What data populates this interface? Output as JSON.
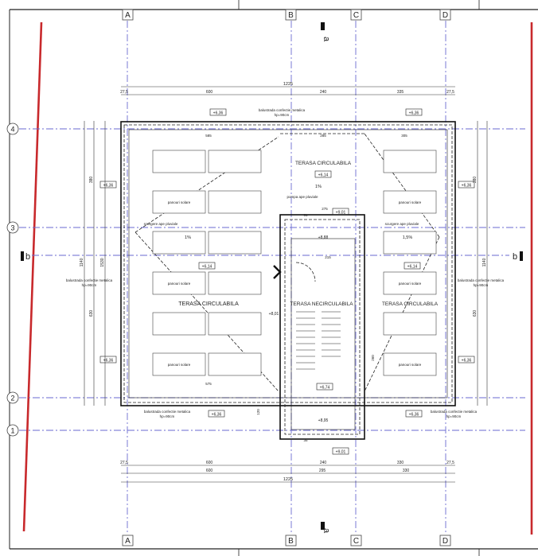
{
  "axes_letters": [
    "A",
    "B",
    "C",
    "D"
  ],
  "axes_numbers": [
    "4",
    "3",
    "2",
    "1"
  ],
  "section_label": "a",
  "section_b": "b",
  "dims_top_row1": [
    "1225"
  ],
  "dims_top_row2": [
    "27,5",
    "600",
    "240",
    "335",
    "27,5"
  ],
  "dims_bottom_row1": [
    "27,5",
    "600",
    "240",
    "330",
    "27,5"
  ],
  "dims_bottom_row2": [
    "600",
    "295",
    "330"
  ],
  "dims_bottom_row3": [
    "1225"
  ],
  "dims_left": [
    "380",
    "1140",
    "630",
    "1530"
  ],
  "dims_right": [
    "380",
    "1140",
    "630"
  ],
  "dims_inner": [
    "585",
    "305",
    "575",
    "285",
    "215",
    "275",
    "51",
    "35",
    "120",
    "260"
  ],
  "rooms": {
    "terasa_top": "TERASA CIRCULABILA",
    "terasa_left": "TERASA CIRCULABILA",
    "terasa_center": "TERASA NECIRCULABILA",
    "terasa_right": "TERASA CIRCULABILA"
  },
  "levels": {
    "main": "+6,36",
    "terrace": "+6,14",
    "center_top": "+9,01",
    "center_mid": "+8,88",
    "center_bot": "+8,95",
    "stair_low": "+8,01",
    "stair_right": "+6,74"
  },
  "panel_label": "panouri solare",
  "railing_note": "balustrada confectie metalica",
  "railing_height": "hp=90cm",
  "rain_note": "scurgere ape pluviale",
  "pump_note": "pompa ape pluviale",
  "slope": "1%",
  "slope_right": "1,5%"
}
